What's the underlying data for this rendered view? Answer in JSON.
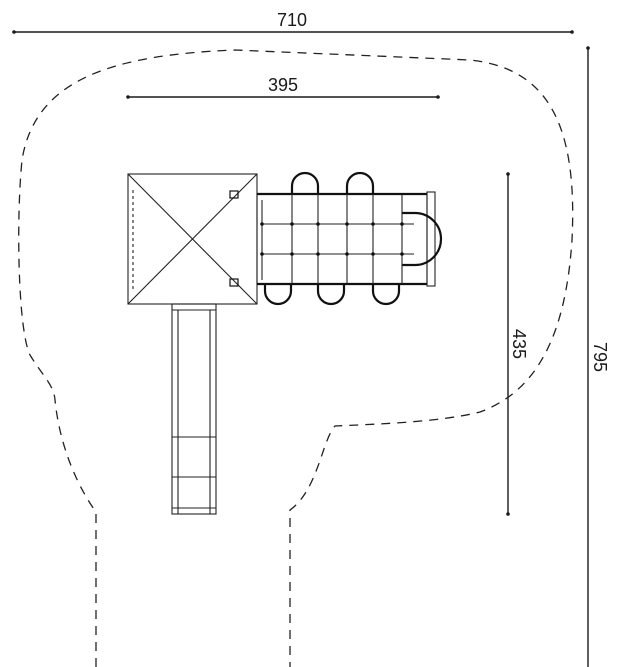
{
  "dimensions": {
    "overall_width": "710",
    "overall_length": "795",
    "structure_width": "395",
    "structure_length": "435"
  }
}
